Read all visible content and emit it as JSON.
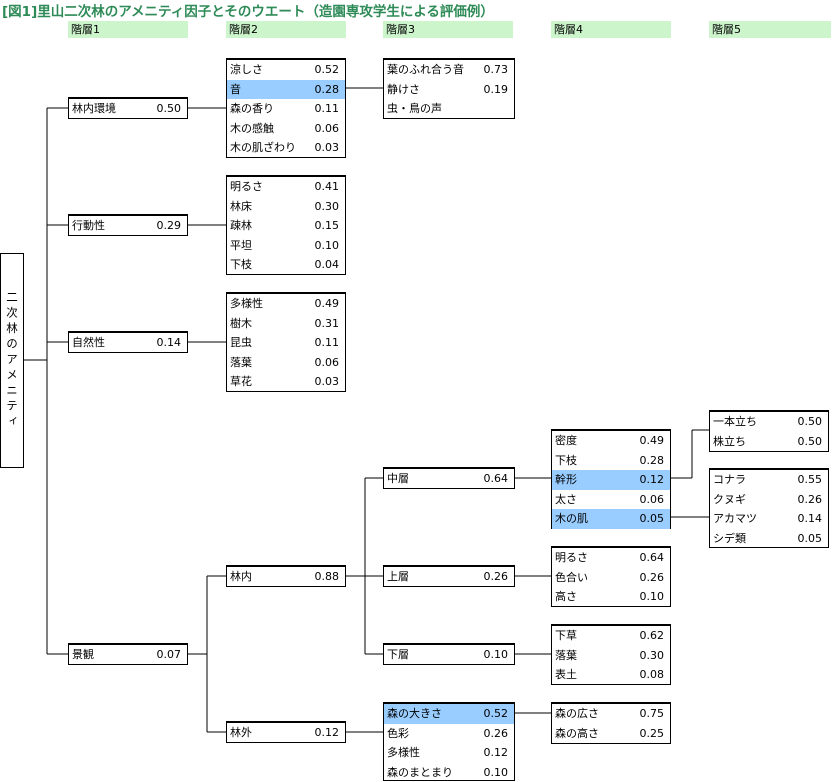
{
  "title": "[図1]里山二次林のアメニティ因子とそのウエート（造園専攻学生による評価例）",
  "levels": [
    "階層1",
    "階層2",
    "階層3",
    "階層4",
    "階層5"
  ],
  "root": "二次林のアメニティ",
  "l1": [
    {
      "label": "林内環境",
      "value": "0.50"
    },
    {
      "label": "行動性",
      "value": "0.29"
    },
    {
      "label": "自然性",
      "value": "0.14"
    },
    {
      "label": "景観",
      "value": "0.07"
    }
  ],
  "l2_env": [
    {
      "label": "涼しさ",
      "value": "0.52"
    },
    {
      "label": "音",
      "value": "0.28"
    },
    {
      "label": "森の香り",
      "value": "0.11"
    },
    {
      "label": "木の感触",
      "value": "0.06"
    },
    {
      "label": "木の肌ざわり",
      "value": "0.03"
    }
  ],
  "l2_act": [
    {
      "label": "明るさ",
      "value": "0.41"
    },
    {
      "label": "林床",
      "value": "0.30"
    },
    {
      "label": "疎林",
      "value": "0.15"
    },
    {
      "label": "平坦",
      "value": "0.10"
    },
    {
      "label": "下枝",
      "value": "0.04"
    }
  ],
  "l2_nat": [
    {
      "label": "多様性",
      "value": "0.49"
    },
    {
      "label": "樹木",
      "value": "0.31"
    },
    {
      "label": "昆虫",
      "value": "0.11"
    },
    {
      "label": "落葉",
      "value": "0.06"
    },
    {
      "label": "草花",
      "value": "0.03"
    }
  ],
  "l2_in": {
    "label": "林内",
    "value": "0.88"
  },
  "l2_out": {
    "label": "林外",
    "value": "0.12"
  },
  "l3_sound": [
    {
      "label": "葉のふれ合う音",
      "value": "0.73"
    },
    {
      "label": "静けさ",
      "value": "0.19"
    },
    {
      "label": "虫・鳥の声",
      "value": ""
    }
  ],
  "l3_mid": {
    "label": "中層",
    "value": "0.64"
  },
  "l3_top": {
    "label": "上層",
    "value": "0.26"
  },
  "l3_low": {
    "label": "下層",
    "value": "0.10"
  },
  "l3_out": [
    {
      "label": "森の大きさ",
      "value": "0.52"
    },
    {
      "label": "色彩",
      "value": "0.26"
    },
    {
      "label": "多様性",
      "value": "0.12"
    },
    {
      "label": "森のまとまり",
      "value": "0.10"
    }
  ],
  "l4_mid": [
    {
      "label": "密度",
      "value": "0.49"
    },
    {
      "label": "下枝",
      "value": "0.28"
    },
    {
      "label": "幹形",
      "value": "0.12"
    },
    {
      "label": "太さ",
      "value": "0.06"
    },
    {
      "label": "木の肌",
      "value": "0.05"
    }
  ],
  "l4_top": [
    {
      "label": "明るさ",
      "value": "0.64"
    },
    {
      "label": "色合い",
      "value": "0.26"
    },
    {
      "label": "高さ",
      "value": "0.10"
    }
  ],
  "l4_low": [
    {
      "label": "下草",
      "value": "0.62"
    },
    {
      "label": "落葉",
      "value": "0.30"
    },
    {
      "label": "表土",
      "value": "0.08"
    }
  ],
  "l4_out": [
    {
      "label": "森の広さ",
      "value": "0.75"
    },
    {
      "label": "森の高さ",
      "value": "0.25"
    }
  ],
  "l5_form": [
    {
      "label": "一本立ち",
      "value": "0.50"
    },
    {
      "label": "株立ち",
      "value": "0.50"
    }
  ],
  "l5_bark": [
    {
      "label": "コナラ",
      "value": "0.55"
    },
    {
      "label": "クヌギ",
      "value": "0.26"
    },
    {
      "label": "アカマツ",
      "value": "0.14"
    },
    {
      "label": "シデ類",
      "value": "0.05"
    }
  ]
}
